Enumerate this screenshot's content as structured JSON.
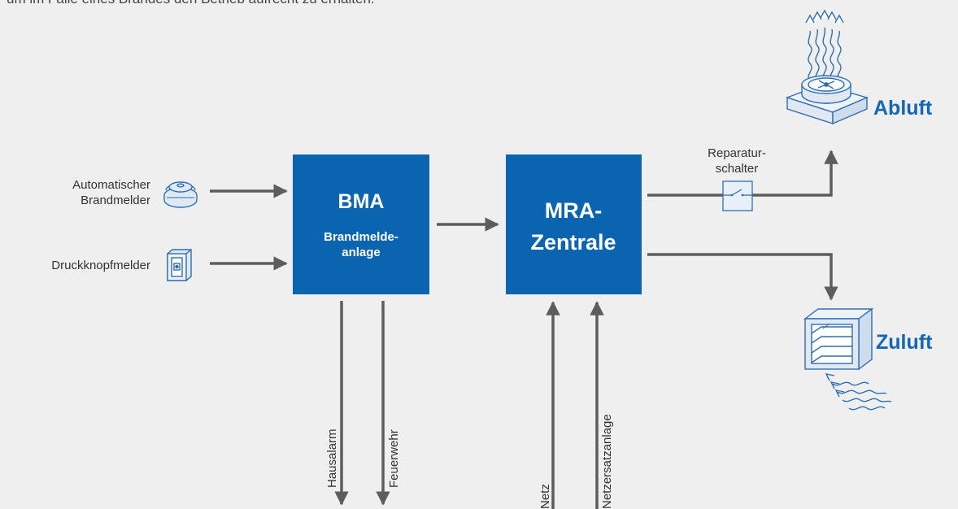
{
  "intro_text": "um im Falle eines Brandes den Betrieb aufrecht zu erhalten.",
  "colors": {
    "background": "#efefef",
    "box_blue": "#0a64b0",
    "label_blue": "#1367b4",
    "arrow_gray": "#5d5d5d",
    "icon_blue": "#2f6fb3",
    "icon_fill": "#dfe8f3",
    "text_gray": "#333333"
  },
  "inputs": {
    "smoke_detector": {
      "line1": "Automatischer",
      "line2": "Brandmelder",
      "icon": "smoke-detector-icon"
    },
    "push_button": {
      "label": "Druckknopfmelder",
      "icon": "push-button-icon"
    }
  },
  "bma": {
    "title": "BMA",
    "subtitle_line1": "Brandmelde-",
    "subtitle_line2": "anlage"
  },
  "mra": {
    "title_line1": "MRA-",
    "title_line2": "Zentrale"
  },
  "repair_switch": {
    "line1": "Reparatur-",
    "line2": "schalter",
    "icon": "switch-icon"
  },
  "outputs": {
    "exhaust": {
      "label": "Abluft",
      "icon": "exhaust-fan-icon"
    },
    "supply": {
      "label": "Zuluft",
      "icon": "louver-icon"
    }
  },
  "bottom_labels": {
    "alarm": "Hausalarm",
    "fire_brigade": "Feuerwehr",
    "grid": "Netz",
    "backup_power": "Netzersatzanlage"
  }
}
